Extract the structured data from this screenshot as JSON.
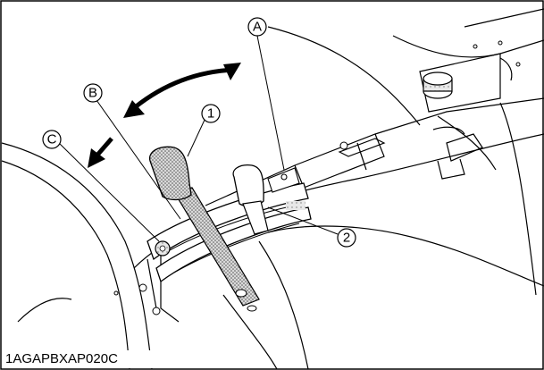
{
  "figure": {
    "callouts": {
      "A": "A",
      "B": "B",
      "C": "C",
      "one": "1",
      "two": "2"
    },
    "code": "1AGAPBXAP020C"
  }
}
